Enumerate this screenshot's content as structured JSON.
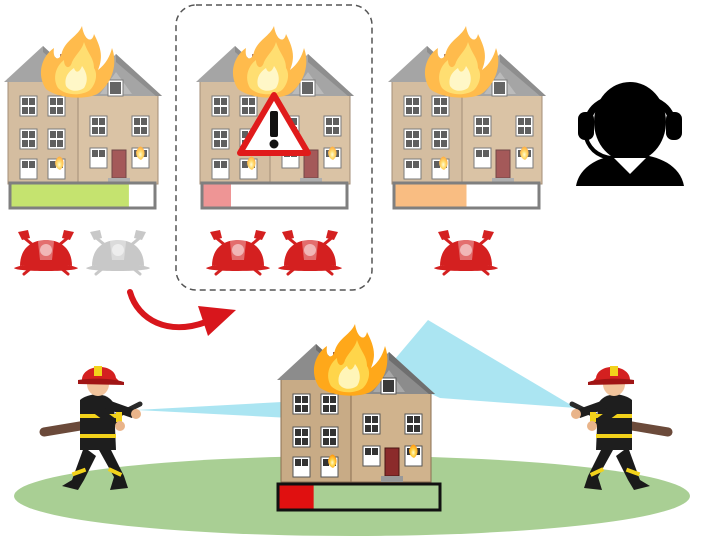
{
  "colors": {
    "background": "#ffffff",
    "ground": "#a9cf94",
    "house_wall": "#c8ab86",
    "house_wall_shade": "#b39673",
    "house_roof": "#8a8a8a",
    "window_frame": "#ffffff",
    "window_glass": "#3a3a3a",
    "door": "#8b2b2b",
    "fire_outer": "#ffb81e",
    "fire_inner": "#fff1a6",
    "water_spray": "#8fdcee",
    "helmet_active": "#d42020",
    "helmet_inactive": "#c8c8c8",
    "arrow": "#d8161c",
    "warning_red": "#e01b1b",
    "dispatcher": "#000000",
    "bar_border": "#7f7f7f",
    "bar_border_main": "#111111"
  },
  "houses": [
    {
      "id": "house-1",
      "health_fraction": 0.82,
      "bar_color": "#c5e36f",
      "helmets": [
        "active",
        "inactive"
      ],
      "highlighted": false,
      "warning": false
    },
    {
      "id": "house-2",
      "health_fraction": 0.2,
      "bar_color": "#ee9595",
      "helmets": [
        "active",
        "active"
      ],
      "highlighted": true,
      "warning": true
    },
    {
      "id": "house-3",
      "health_fraction": 0.5,
      "bar_color": "#f9bd82",
      "helmets": [
        "active"
      ],
      "highlighted": false,
      "warning": false
    }
  ],
  "main_house": {
    "health_fraction": 0.22,
    "bar_color": "#e01010"
  },
  "icons": {
    "dispatcher": "dispatcher-headset-icon",
    "warning": "warning-triangle-icon",
    "helmet": "firefighter-helmet-icon",
    "arrow": "curved-arrow-icon",
    "fire": "fire-icon"
  }
}
